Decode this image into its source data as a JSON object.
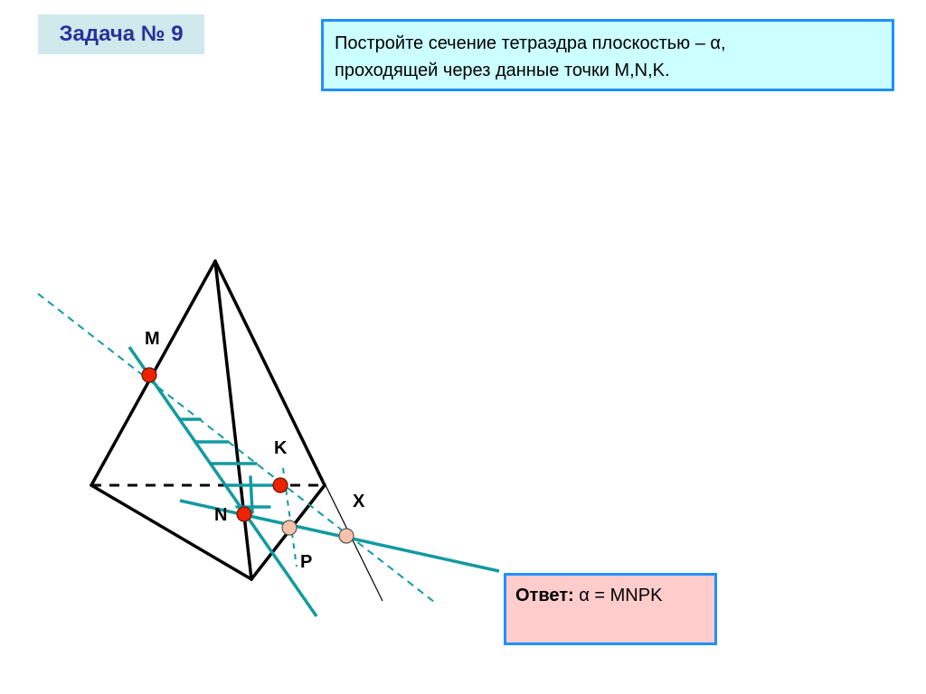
{
  "header": {
    "title": "Задача № 9"
  },
  "task": {
    "line1": "Постройте сечение тетраэдра  плоскостью – α,",
    "line2": "проходящей через данные точки M,N,K."
  },
  "answer": {
    "label": "Ответ:",
    "value": "α = MNPK"
  },
  "diagram": {
    "points": {
      "M": "M",
      "K": "K",
      "N": "N",
      "X": "X",
      "P": "P"
    },
    "colors": {
      "teal": "#129aa0",
      "given_point": "#ee2200",
      "constructed_point": "#f6c2ac",
      "edge": "#000000"
    }
  }
}
